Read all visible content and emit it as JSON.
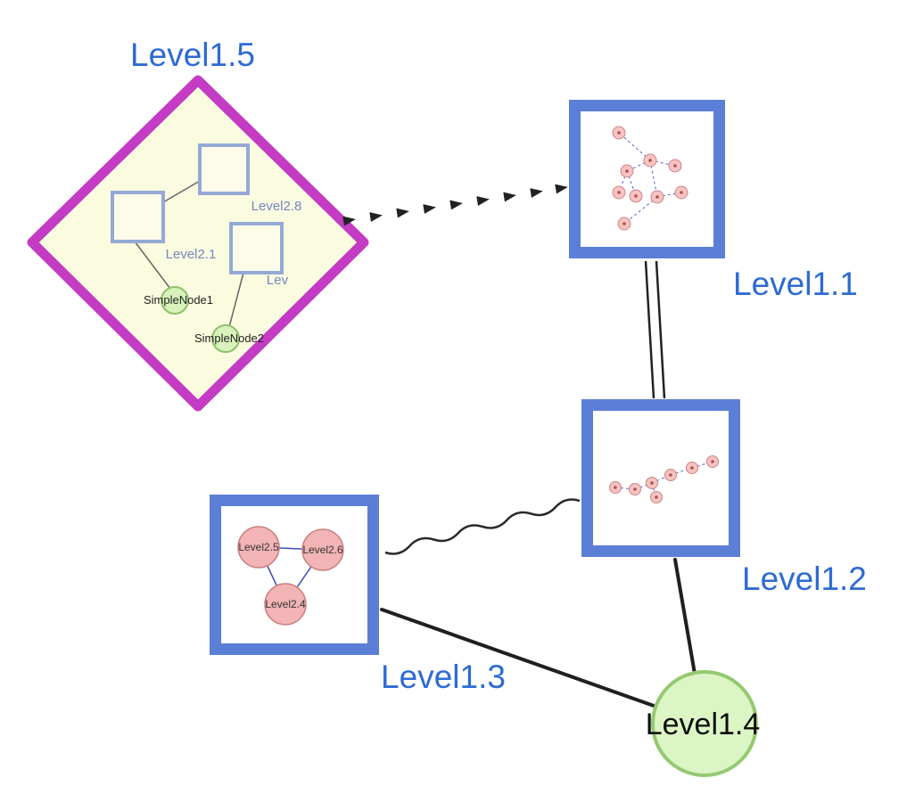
{
  "diagram": {
    "kind": "nested-graph-view",
    "colors": {
      "label_blue": "#2e6bd4",
      "group_border_blue": "#5b7fd6",
      "diamond_border_magenta": "#c43bc4",
      "diamond_fill_yellow": "#fbfbe0",
      "green_node_fill": "#dcf5c4",
      "green_node_border": "#94c971",
      "pink_node_fill": "#f2b4b4",
      "edge_black": "#1f1f1f",
      "inner_edge_blue": "#5566cc"
    }
  },
  "nodes": {
    "level1_5": {
      "label": "Level1.5",
      "shape": "diamond"
    },
    "level1_1": {
      "label": "Level1.1",
      "shape": "square"
    },
    "level1_2": {
      "label": "Level1.2",
      "shape": "square"
    },
    "level1_3": {
      "label": "Level1.3",
      "shape": "square"
    },
    "level1_4": {
      "label": "Level1.4",
      "shape": "circle"
    }
  },
  "group_level1_5": {
    "squares": [
      {
        "label": "Level2.8"
      },
      {
        "label": "Level2.1"
      },
      {
        "label": "Lev"
      }
    ],
    "simple_nodes": [
      {
        "label": "SimpleNode1"
      },
      {
        "label": "SimpleNode2"
      }
    ]
  },
  "group_level1_3": {
    "nodes": [
      {
        "label": "Level2.5"
      },
      {
        "label": "Level2.6"
      },
      {
        "label": "Level2.4"
      }
    ]
  }
}
